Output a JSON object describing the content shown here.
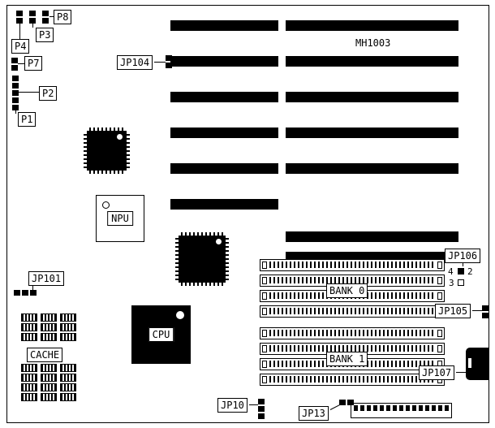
{
  "board": {
    "part_number": "MH1003",
    "connector_labels": {
      "p8": "P8",
      "p3": "P3",
      "p4": "P4",
      "p7": "P7",
      "p2": "P2",
      "p1": "P1",
      "jp104": "JP104",
      "jp101": "JP101",
      "jp106": "JP106",
      "jp105": "JP105",
      "jp107": "JP107",
      "jp10": "JP10",
      "jp13": "JP13"
    },
    "jp106_pin_numbers": {
      "pin4": "4",
      "pin2": "2",
      "pin3": "3"
    },
    "chip_labels": {
      "npu": "NPU",
      "cpu": "CPU",
      "cache": "CACHE"
    },
    "memory_bank_labels": {
      "bank0": "BANK 0",
      "bank1": "BANK 1"
    }
  }
}
